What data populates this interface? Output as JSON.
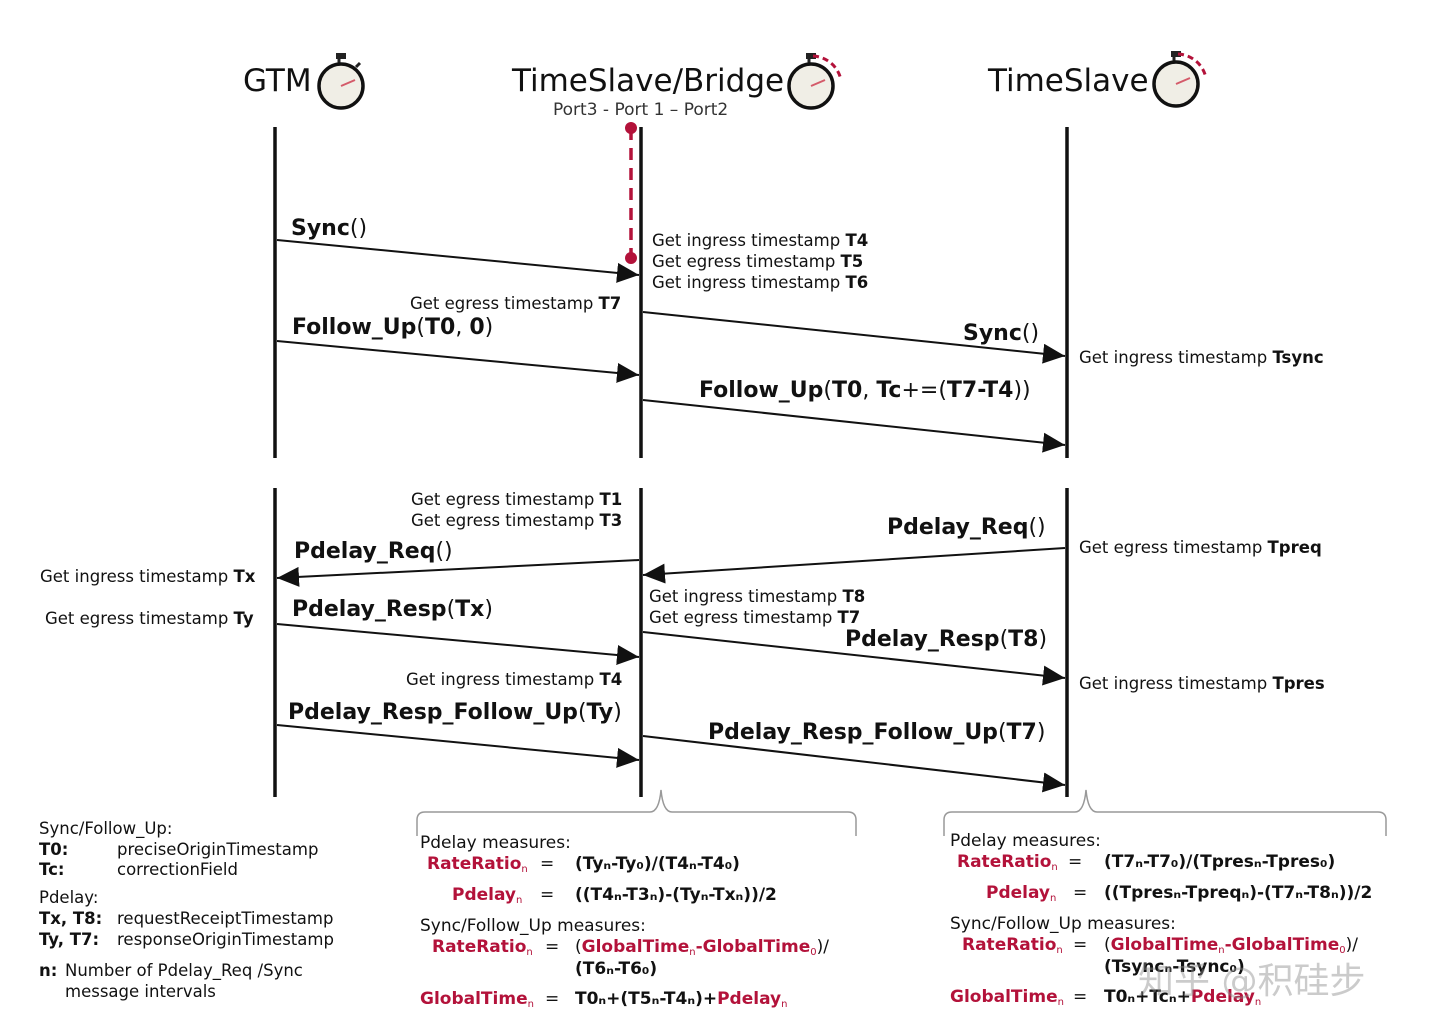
{
  "participants": {
    "gtm": "GTM",
    "bridge": "TimeSlave/Bridge",
    "bridge_ports": "Port3 - Port 1 – Port2",
    "slave": "TimeSlave"
  },
  "colors": {
    "accent": "#b3123a",
    "line": "#111111"
  },
  "messages": {
    "sync1": {
      "name": "Sync",
      "args": "()"
    },
    "followup1": {
      "name": "Follow_Up",
      "args_open": "(",
      "arg_a": "T0",
      "sep": ", ",
      "arg_b": "0",
      "args_close": ")"
    },
    "sync2": {
      "name": "Sync",
      "args": "()"
    },
    "followup2": {
      "name": "Follow_Up",
      "args_open": "(",
      "arg_a": "T0",
      "sep": ", ",
      "arg_b": "Tc",
      "op": "+=(",
      "arg_c": "T7-T4",
      "args_close": "))"
    },
    "pdreq_left": {
      "name": "Pdelay_Req",
      "args": "()"
    },
    "pdreq_right": {
      "name": "Pdelay_Req",
      "args": "()"
    },
    "pdresp_left": {
      "name": "Pdelay_Resp",
      "args_open": "(",
      "arg": "Tx",
      "args_close": ")"
    },
    "pdresp_right": {
      "name": "Pdelay_Resp",
      "args_open": "(",
      "arg": "T8",
      "args_close": ")"
    },
    "pdrfu_left": {
      "name": "Pdelay_Resp_Follow_Up",
      "args_open": "(",
      "arg": "Ty",
      "args_close": ")"
    },
    "pdrfu_right": {
      "name": "Pdelay_Resp_Follow_Up",
      "args_open": "(",
      "arg": "T7",
      "args_close": ")"
    }
  },
  "timestamps": {
    "ingress": "Get ingress timestamp",
    "egress": "Get egress timestamp",
    "t4": "T4",
    "t5": "T5",
    "t6": "T6",
    "t7": "T7",
    "tsync": "Tsync",
    "t1": "T1",
    "t3": "T3",
    "tpreq": "Tpreq",
    "tx": "Tx",
    "ty": "Ty",
    "t8": "T8",
    "tpres": "Tpres"
  },
  "legend": {
    "sync_title": "Sync/Follow_Up:",
    "t0_key": "T0:",
    "t0_val": "preciseOriginTimestamp",
    "tc_key": "Tc:",
    "tc_val": "correctionField",
    "pdelay_title": "Pdelay:",
    "txt8_key": "Tx, T8:",
    "txt8_val": "requestReceiptTimestamp",
    "tyt7_key": "Ty, T7:",
    "tyt7_val": "responseOriginTimestamp",
    "n_key": "n:",
    "n_val1": "Number of Pdelay_Req /Sync",
    "n_val2": "message intervals"
  },
  "measures_bridge": {
    "pdelay_title": "Pdelay measures:",
    "rr_label": "RateRatio",
    "rr_expr": "(Tyₙ-Ty₀)/(T4ₙ-T4₀)",
    "pd_label": "Pdelay",
    "pd_expr": "((T4ₙ-T3ₙ)-(Tyₙ-Txₙ))/2",
    "sync_title": "Sync/Follow_Up measures:",
    "rr2_label": "RateRatio",
    "rr2_expr_a": "GlobalTime",
    "rr2_expr_b": "GlobalTime",
    "rr2_line2": "(T6ₙ-T6₀)",
    "gt_label": "GlobalTime",
    "gt_expr": "T0ₙ+(T5ₙ-T4ₙ)+",
    "gt_pd": "Pdelay"
  },
  "measures_slave": {
    "pdelay_title": "Pdelay measures:",
    "rr_label": "RateRatio",
    "rr_expr": "(T7ₙ-T7₀)/(Tpresₙ-Tpres₀)",
    "pd_label": "Pdelay",
    "pd_expr": "((Tpresₙ-Tpreqₙ)-(T7ₙ-T8ₙ))/2",
    "sync_title": "Sync/Follow_Up measures:",
    "rr2_label": "RateRatio",
    "rr2_expr_a": "GlobalTime",
    "rr2_expr_b": "GlobalTime",
    "rr2_line2": "(Tsyncₙ-Tsync₀)",
    "gt_label": "GlobalTime",
    "gt_expr": "T0ₙ+Tcₙ+",
    "gt_pd": "Pdelay"
  },
  "sym": {
    "eq": "=",
    "n": "n",
    "zero": "0"
  },
  "watermark": "知乎 @积硅步"
}
